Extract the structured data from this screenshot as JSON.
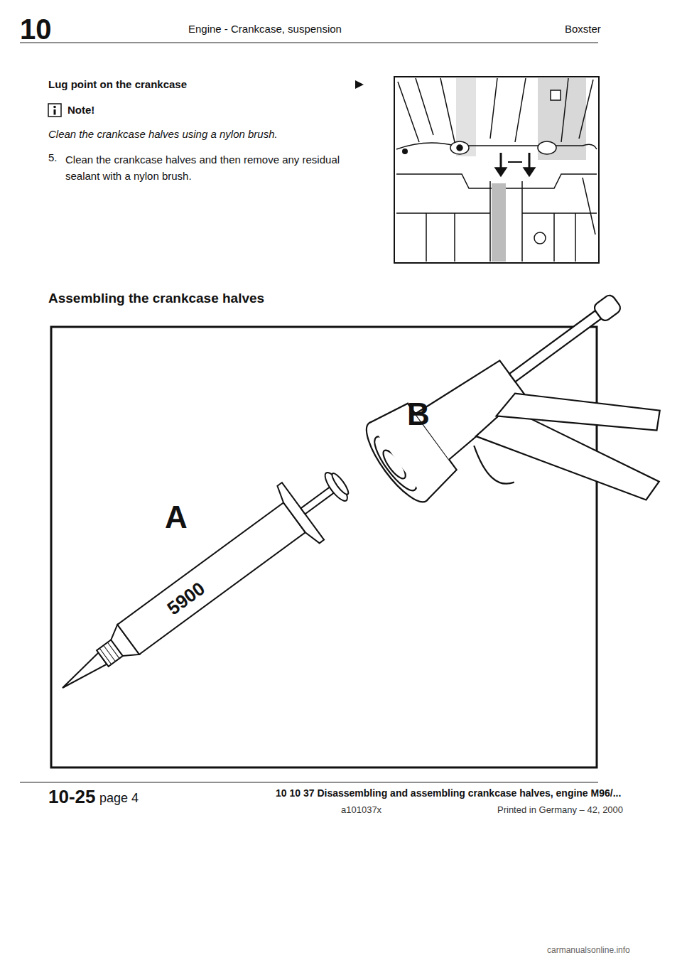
{
  "diagram": {
    "labels": [
      "10",
      "Engine - Crankcase, suspension",
      "Boxster",
      "Lug point on the crankcase",
      "Note!",
      "Clean the crankcase halves using a nylon brush.",
      "5.",
      "Clean the crankcase halves and then remove any residual sealant with a nylon brush.",
      "Assembling the crankcase halves",
      "B",
      "A",
      "5900",
      "10-25",
      "page 4",
      "10 10 37 Disassembling and assembling crankcase halves, engine M96/...",
      "a101037x",
      "Printed in Germany – 42, 2000",
      "carmanualsonline.info"
    ]
  }
}
